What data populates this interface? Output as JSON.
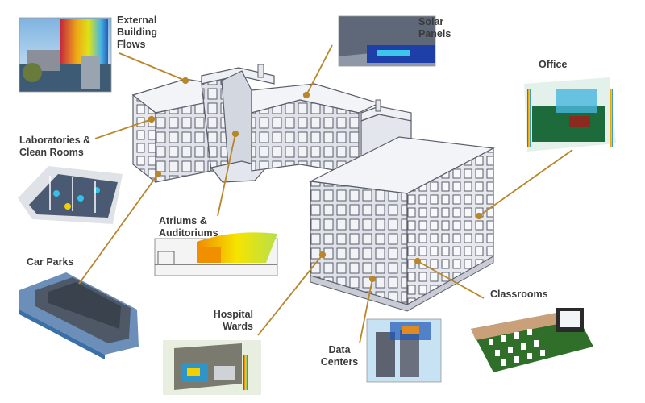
{
  "diagram": {
    "colors": {
      "leader": "#b8862b",
      "building_face": "#e9ebf0",
      "building_outline": "#5a5e6a",
      "building_roof": "#f4f5f8",
      "label_text": "#3a3a3a"
    },
    "labels": {
      "external_flows": [
        "External",
        "Building",
        "Flows"
      ],
      "solar_panels": [
        "Solar",
        "Panels"
      ],
      "office": [
        "Office"
      ],
      "labs": [
        "Laboratories &",
        "Clean Rooms"
      ],
      "atriums": [
        "Atriums &",
        "Auditoriums"
      ],
      "car_parks": [
        "Car Parks"
      ],
      "hospital": [
        "Hospital",
        "Wards"
      ],
      "data_centers": [
        "Data",
        "Centers"
      ],
      "classrooms": [
        "Classrooms"
      ]
    }
  }
}
